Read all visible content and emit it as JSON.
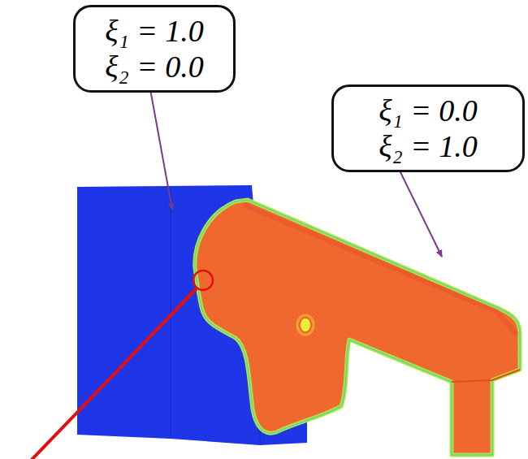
{
  "diagram": {
    "nodes": [
      {
        "text": [
          "ξ₁ = 1.0",
          "ξ₂ = 0.0"
        ]
      },
      {
        "text": [
          "ξ₁ = 0.0",
          "ξ₂ = 1.0"
        ]
      }
    ]
  }
}
